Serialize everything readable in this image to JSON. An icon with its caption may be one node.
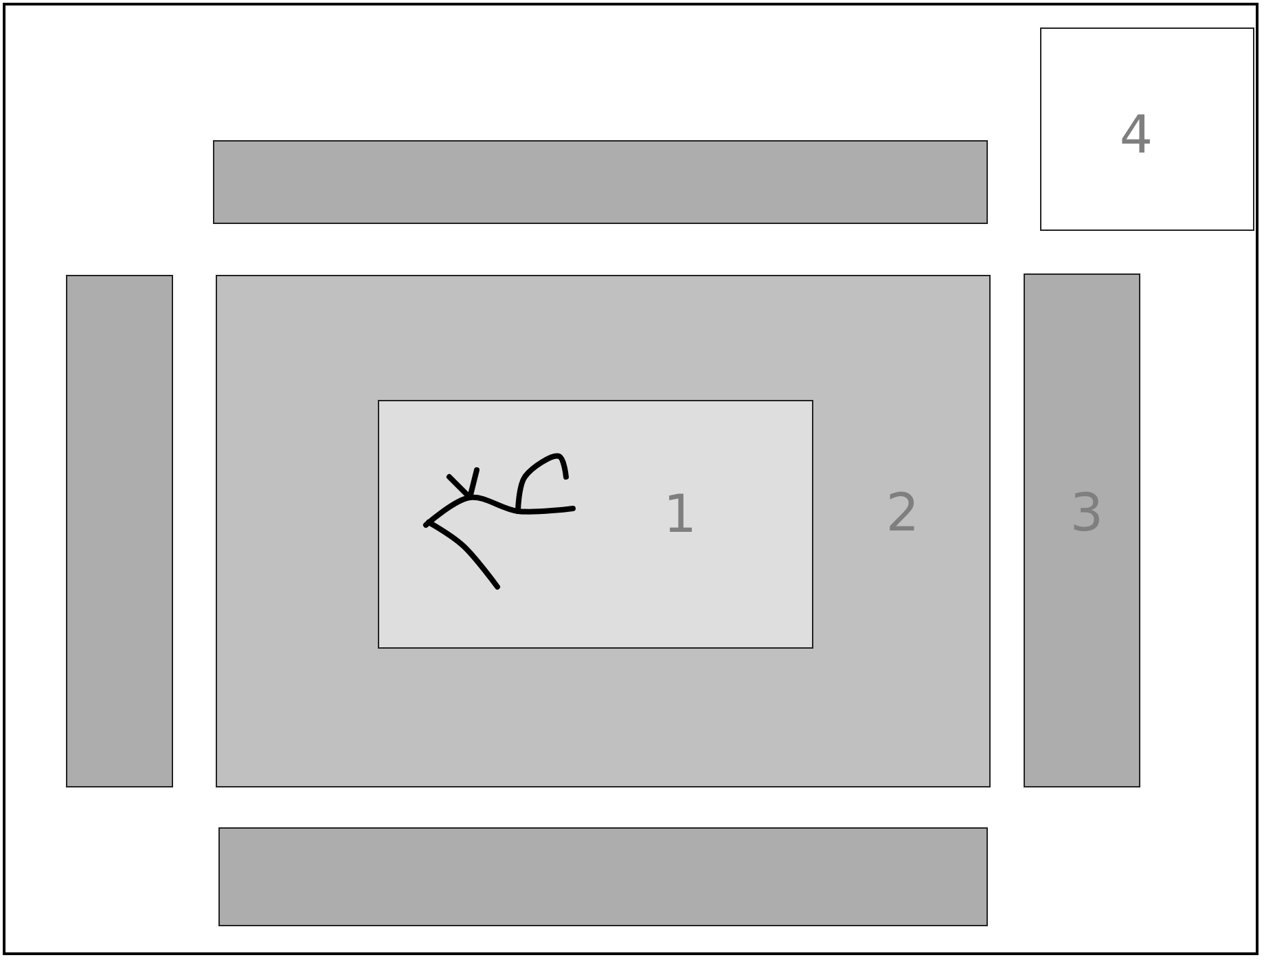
{
  "diagram": {
    "nodes": [
      {
        "text": [],
        "shape": "bar"
      },
      {
        "text": [
          "4"
        ]
      },
      {
        "text": [],
        "shape": "bar"
      },
      {
        "text": [
          "2"
        ]
      },
      {
        "text": [
          "1"
        ],
        "in": 3
      },
      {
        "text": [
          "3"
        ]
      },
      {
        "text": [],
        "shape": "bar"
      }
    ]
  }
}
